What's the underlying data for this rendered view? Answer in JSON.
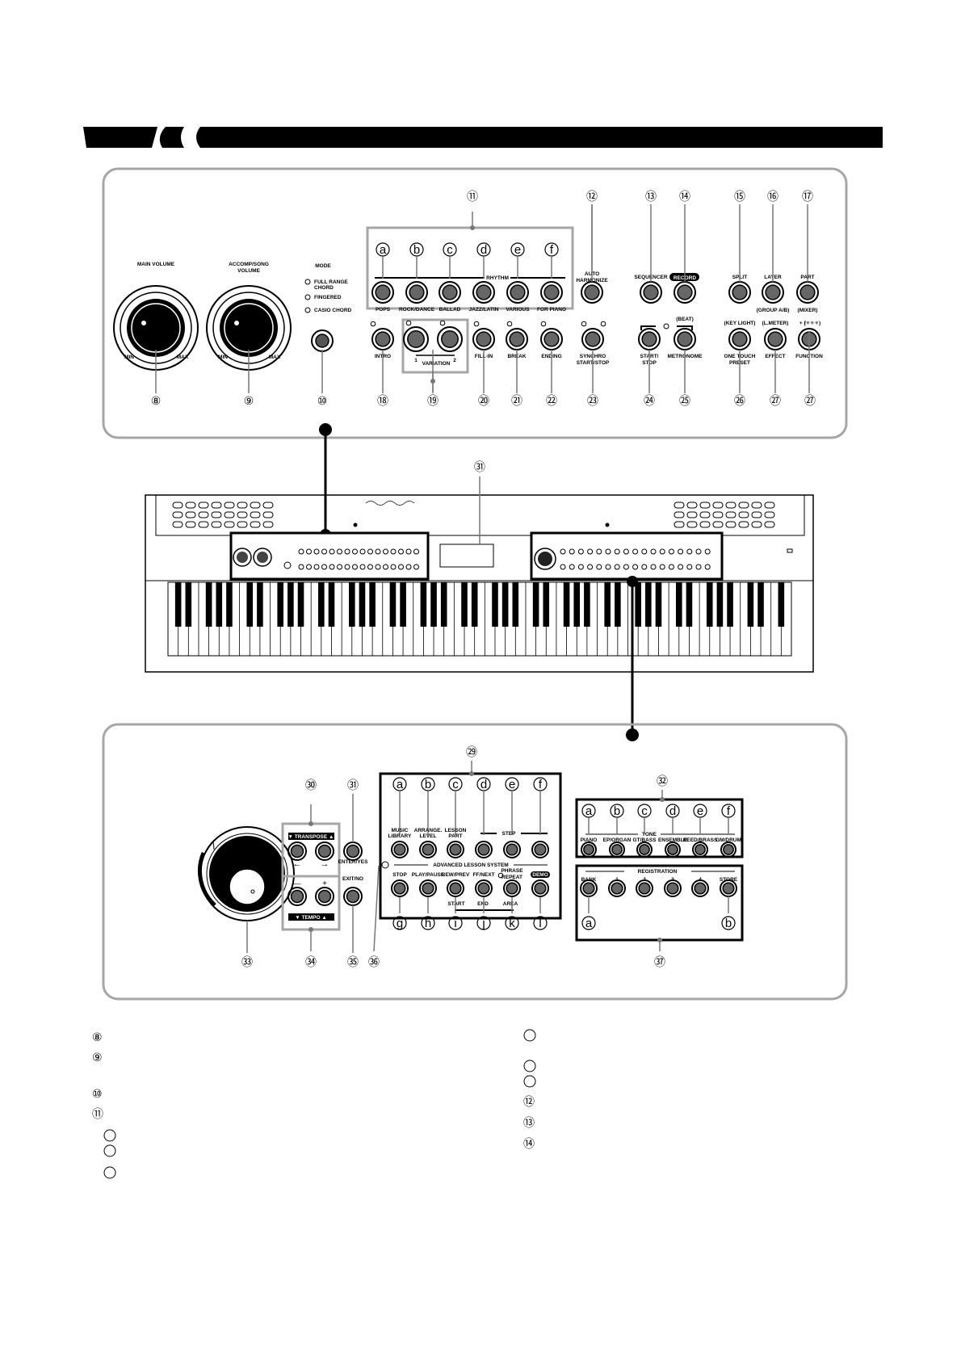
{
  "top_panel": {
    "rhythm_label": "RHYTHM",
    "rhythm_letters": [
      "a",
      "b",
      "c",
      "d",
      "e",
      "f"
    ],
    "rhythm_buttons": [
      "POPS",
      "ROCK/DANCE",
      "BALLAD",
      "JAZZ/LATIN",
      "VARIOUS",
      "FOR PIANO"
    ],
    "main_volume": "MAIN VOLUME",
    "accomp_volume_1": "ACCOMP/SONG",
    "accomp_volume_2": "VOLUME",
    "min": "MIN",
    "max": "MAX",
    "mode": "MODE",
    "mode_options": [
      "FULL RANGE",
      "CHORD",
      "FINGERED",
      "CASIO CHORD"
    ],
    "auto_harmonize_1": "AUTO",
    "auto_harmonize_2": "HARMONIZE",
    "sequencer": "SEQUENCER",
    "record": "RECORD",
    "split": "SPLIT",
    "layer": "LAYER",
    "part": "PART",
    "group_ab": "(GROUP A/B)",
    "mixer": "(MIXER)",
    "intro": "INTRO",
    "variation": "VARIATION",
    "var_1": "1",
    "var_2": "2",
    "fill_in": "FILL-IN",
    "break": "BREAK",
    "ending": "ENDING",
    "synchro_1": "SYNCHRO",
    "synchro_2": "START/STOP",
    "start_1": "START/",
    "start_2": "STOP",
    "beat": "(BEAT)",
    "metronome": "METRONOME",
    "key_light": "(KEY LIGHT)",
    "one_touch_1": "ONE TOUCH",
    "one_touch_2": "PRESET",
    "l_meter": "(L.METER)",
    "effect": "EFFECT",
    "function_top": "+ (✳✳✳)",
    "function": "FUNCTION",
    "callouts": [
      "⑧",
      "⑨",
      "⑩",
      "⑪",
      "⑫",
      "⑬",
      "⑭",
      "⑮",
      "⑯",
      "⑰",
      "⑱",
      "⑲",
      "⑳",
      "㉑",
      "㉒",
      "㉓",
      "㉔",
      "㉕",
      "㉖",
      "㉗"
    ]
  },
  "keyboard": {
    "callout": "㉛"
  },
  "bottom_panel": {
    "transpose": "▼ TRANSPOSE ▲",
    "tempo": "▼ TEMPO ▲",
    "arrow_left": "←",
    "arrow_right": "→",
    "minus": "—",
    "plus": "+",
    "enter_yes": "ENTER/YES",
    "exit_no": "EXIT/NO",
    "lesson_letters_top": [
      "a",
      "b",
      "c",
      "d",
      "e",
      "f"
    ],
    "lesson_letters_bottom": [
      "g",
      "h",
      "i",
      "j",
      "k",
      "l"
    ],
    "lesson_buttons_top": [
      [
        "MUSIC",
        "LIBRARY"
      ],
      [
        "ARRANGE.",
        "LEVEL"
      ],
      [
        "LESSON",
        "PART"
      ],
      [
        "",
        ""
      ],
      [
        "",
        ""
      ],
      [
        "",
        ""
      ]
    ],
    "step": "STEP",
    "advanced_lesson": "ADVANCED LESSON SYSTEM",
    "lesson_buttons_bottom": [
      [
        "STOP",
        ""
      ],
      [
        "PLAY/PAUSE",
        ""
      ],
      [
        "REW/PREV",
        ""
      ],
      [
        "FF/NEXT",
        ""
      ],
      [
        "PHRASE",
        "REPEAT"
      ],
      [
        "DEMO",
        ""
      ]
    ],
    "start": "START",
    "end": "END",
    "area": "AREA",
    "tone": "TONE",
    "tone_letters": [
      "a",
      "b",
      "c",
      "d",
      "e",
      "f"
    ],
    "tone_buttons": [
      "PIANO",
      "EP/ORGAN",
      "GT/BASS",
      "ENSEMBLE",
      "REED/BRASS",
      "GM/DRUM"
    ],
    "registration": "REGISTRATION",
    "registration_buttons": [
      "BANK",
      "1",
      "2",
      "3",
      "4",
      "STORE"
    ],
    "registration_letters": [
      "a",
      "b"
    ],
    "callouts": [
      "㉙",
      "㉚",
      "㉛",
      "㉜",
      "㉝",
      "㉞",
      "㉟",
      "㊱",
      "㊲"
    ]
  },
  "footnotes": {
    "left_numbers": [
      "⑧",
      "⑨",
      "⑩",
      "⑪"
    ],
    "right_numbers": [
      "⑫",
      "⑬",
      "⑭"
    ]
  }
}
